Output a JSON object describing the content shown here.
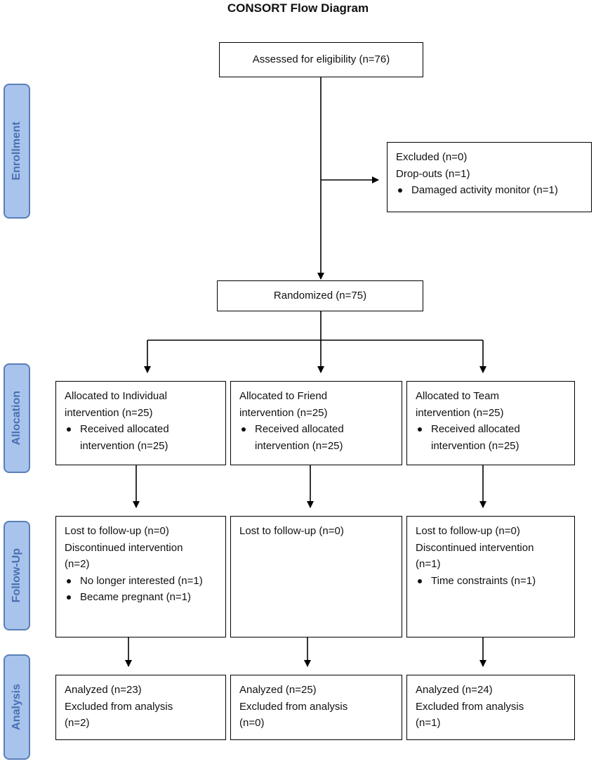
{
  "title": "CONSORT Flow Diagram",
  "phases": {
    "enrollment": "Enrollment",
    "allocation": "Allocation",
    "followup": "Follow-Up",
    "analysis": "Analysis"
  },
  "assessed": "Assessed for eligibility (n=76)",
  "excluded": {
    "lines": [
      "Excluded (n=0)",
      "Drop-outs (n=1)"
    ],
    "bullets": [
      "Damaged activity monitor (n=1)"
    ]
  },
  "randomized": "Randomized (n=75)",
  "allocation": [
    {
      "lines": [
        "Allocated to Individual",
        "intervention (n=25)"
      ],
      "bullets": [
        "Received allocated intervention (n=25)"
      ]
    },
    {
      "lines": [
        "Allocated to Friend",
        "intervention (n=25)"
      ],
      "bullets": [
        "Received allocated intervention (n=25)"
      ]
    },
    {
      "lines": [
        "Allocated to Team",
        "intervention (n=25)"
      ],
      "bullets": [
        "Received allocated intervention (n=25)"
      ]
    }
  ],
  "followup": [
    {
      "lines": [
        "Lost to follow-up (n=0)",
        "Discontinued intervention",
        "(n=2)"
      ],
      "bullets": [
        "No longer interested (n=1)",
        "Became pregnant (n=1)"
      ]
    },
    {
      "lines": [
        "Lost to follow-up (n=0)"
      ],
      "bullets": []
    },
    {
      "lines": [
        "Lost to follow-up (n=0)",
        "Discontinued intervention",
        "(n=1)"
      ],
      "bullets": [
        "Time constraints (n=1)"
      ]
    }
  ],
  "analysis": [
    {
      "lines": [
        "Analyzed (n=23)",
        "Excluded from analysis",
        "(n=2)"
      ]
    },
    {
      "lines": [
        "Analyzed (n=25)",
        "Excluded from analysis",
        "(n=0)"
      ]
    },
    {
      "lines": [
        "Analyzed (n=24)",
        "Excluded from analysis",
        "(n=1)"
      ]
    }
  ]
}
